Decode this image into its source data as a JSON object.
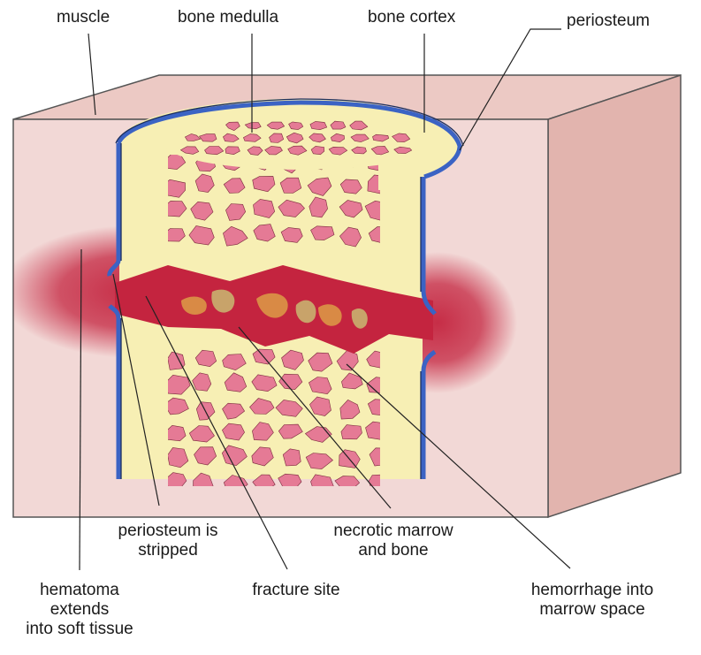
{
  "labels": {
    "muscle": "muscle",
    "bone_medulla": "bone medulla",
    "bone_cortex": "bone cortex",
    "periosteum": "periosteum",
    "periosteum_stripped_1": "periosteum is",
    "periosteum_stripped_2": "stripped",
    "necrotic_1": "necrotic marrow",
    "necrotic_2": "and bone",
    "hematoma_1": "hematoma",
    "hematoma_2": "extends",
    "hematoma_3": "into soft tissue",
    "fracture_site": "fracture site",
    "hemorrhage_1": "hemorrhage into",
    "hemorrhage_2": "marrow space"
  },
  "colors": {
    "muscle_front": "#f2d8d6",
    "muscle_top": "#ecc9c4",
    "muscle_side": "#e2b4ae",
    "cortex": "#f7efb4",
    "periosteum": "#3b63c4",
    "marrow_cell": "#e57a95",
    "hemorrhage": "#c4243f",
    "necrosis": "#d98a45"
  }
}
